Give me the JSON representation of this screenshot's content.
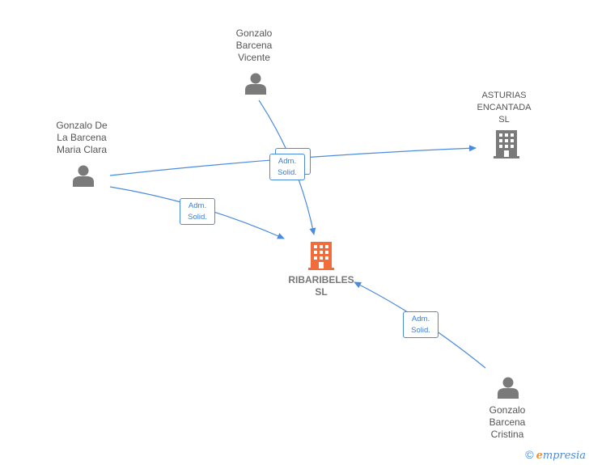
{
  "nodes": {
    "gonzalo_vicente": {
      "label": "Gonzalo\nBarcena\nVicente",
      "icon": "person-icon"
    },
    "gonzalo_maria": {
      "label": "Gonzalo De\nLa Barcena\nMaria Clara",
      "icon": "person-icon"
    },
    "asturias": {
      "label": "ASTURIAS\nENCANTADA\nSL",
      "icon": "building-icon"
    },
    "ribaribeles": {
      "label": "RIBARIBELES\nSL",
      "icon": "building-icon"
    },
    "gonzalo_cristina": {
      "label": "Gonzalo\nBarcena\nCristina",
      "icon": "person-icon"
    }
  },
  "edges": {
    "badge_label": "Adm.\nSolid."
  },
  "colors": {
    "person_icon": "#7a7a7a",
    "company_icon": "#7a7a7a",
    "main_company_icon": "#f26b3a",
    "edge": "#4a8be0"
  },
  "footer": {
    "copyright": "©",
    "brand_initial": "e",
    "brand_rest": "mpresia"
  }
}
